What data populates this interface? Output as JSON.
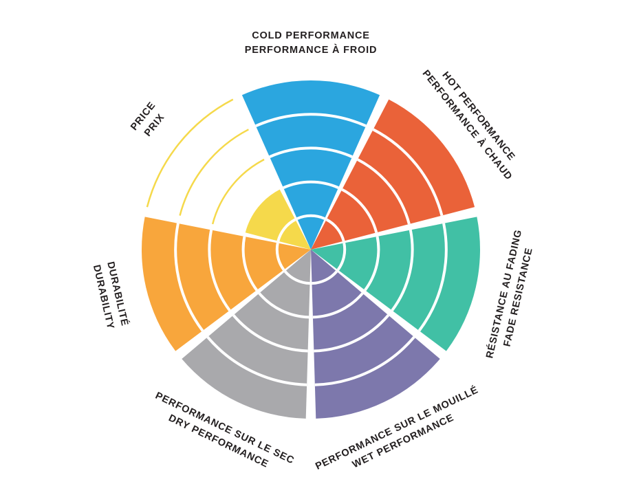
{
  "page": {
    "background_color": "#FFFFFF",
    "label_color": "#231F20",
    "divider_color": "#FFFFFF"
  },
  "chart_data": {
    "type": "pie",
    "variant": "polar-rating-wheel",
    "title": "",
    "rings": 5,
    "ring_max": 5,
    "start_angle_deg": -90,
    "direction": "clockwise",
    "legend_position": "radial-outside",
    "grid": "concentric-white-arcs",
    "categories": [
      {
        "slug": "cold-performance",
        "lines": [
          "COLD PERFORMANCE",
          "PERFORMANCE À FROID"
        ],
        "value": 5,
        "color": "#2BA6DF"
      },
      {
        "slug": "hot-performance",
        "lines": [
          "HOT PERFORMANCE",
          "PERFORMANCE À CHAUD"
        ],
        "value": 5,
        "color": "#EA6239"
      },
      {
        "slug": "fade-resistance",
        "lines": [
          "RÉSISTANCE AU FADING",
          "FADE RESISTANCE"
        ],
        "value": 5,
        "color": "#41C0A5"
      },
      {
        "slug": "wet-performance",
        "lines": [
          "PERFORMANCE SUR LE MOUILLÉ",
          "WET PERFORMANCE"
        ],
        "value": 5,
        "color": "#7D78AC"
      },
      {
        "slug": "dry-performance",
        "lines": [
          "PERFORMANCE SUR LE SEC",
          "DRY PERFORMANCE"
        ],
        "value": 5,
        "color": "#A9A9AC"
      },
      {
        "slug": "durability",
        "lines": [
          "DURABILITÉ",
          "DURABILITY"
        ],
        "value": 5,
        "color": "#F8A63C"
      },
      {
        "slug": "price",
        "lines": [
          "PRICE",
          "PRIX"
        ],
        "value": 2,
        "color": "#F5D94B"
      }
    ]
  }
}
